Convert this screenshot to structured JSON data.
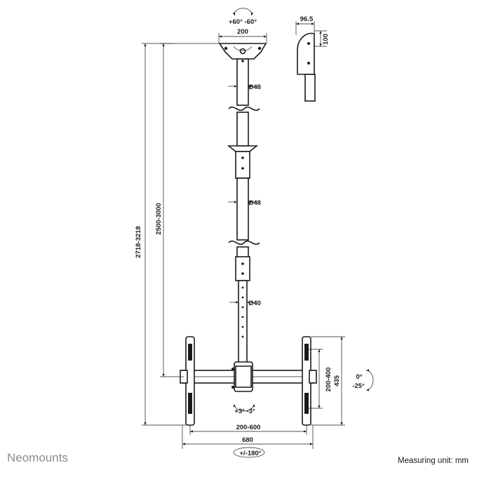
{
  "dimensions": {
    "rotation_top": "+60° -60°",
    "plate_width": "200",
    "side_depth": "96.5",
    "side_height": "100",
    "upper_diameter": "Ø48",
    "middle_diameter": "Ø48",
    "lower_diameter": "Ø40",
    "total_height": "2718-3218",
    "pole_height": "2500-3000",
    "tilt_up": "0°",
    "tilt_down": "-25°",
    "vesa_vertical": "200-400",
    "bracket_height": "435",
    "level": "+3° -3°",
    "vesa_horizontal": "200-600",
    "total_width": "680",
    "swivel": "+/-180°"
  },
  "footer": {
    "brand": "Neomounts",
    "unit": "Measuring unit: mm"
  }
}
